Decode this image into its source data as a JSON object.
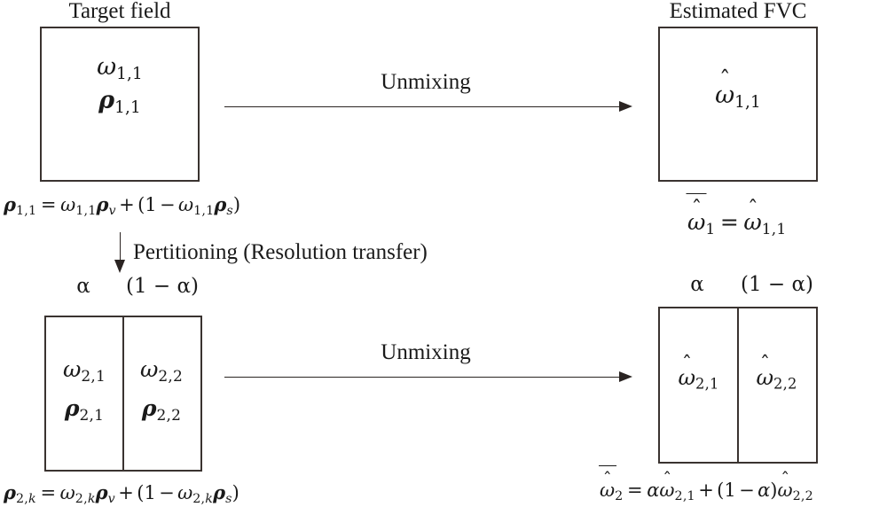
{
  "figure": {
    "type": "flow-diagram",
    "background": "#ffffff",
    "stroke_color": "#3a3330",
    "text_color": "#1a1a1a"
  },
  "columns": {
    "left_heading": "Target field",
    "right_heading": "Estimated FVC"
  },
  "arrows": {
    "unmixing_top_label": "Unmixing",
    "unmixing_bottom_label": "Unmixing",
    "partitioning_label": "Pertitioning (Resolution transfer)"
  },
  "top_row": {
    "target_box": {
      "omega": {
        "symbol": "ω",
        "subscript": "1,1"
      },
      "rho": {
        "symbol": "ρ",
        "subscript": "1,1"
      }
    },
    "target_equation": {
      "lhs_symbol": "ρ",
      "lhs_sub": "1,1",
      "text": "ρ₁,₁ = ω₁,₁ρᵥ + (1 − ω₁,₁ρₛ)"
    },
    "fvc_box": {
      "omega_hat": {
        "symbol": "ω",
        "subscript": "1,1"
      }
    },
    "fvc_equation": {
      "text": "ω̄̂₁ = ω̂₁,₁",
      "lhs_sub": "1",
      "rhs_sub": "1,1"
    }
  },
  "bottom_row": {
    "column_headers": {
      "alpha": "α",
      "one_minus_alpha": "(1 − α)"
    },
    "target_box_cells": [
      {
        "omega_sub": "2,1",
        "rho_sub": "2,1"
      },
      {
        "omega_sub": "2,2",
        "rho_sub": "2,2"
      }
    ],
    "target_equation": {
      "text": "ρ₂,ₖ = ω₂,ₖρᵥ + (1 − ω₂,ₖρₛ)",
      "lhs_sub": "2,k"
    },
    "fvc_box_cells": [
      {
        "omega_hat_sub": "2,1"
      },
      {
        "omega_hat_sub": "2,2"
      }
    ],
    "fvc_equation": {
      "text": "ω̄̂₂ = αω̂₂,₁ + (1 − α)ω̂₂,₂",
      "lhs_sub": "2",
      "term1_sub": "2,1",
      "term2_sub": "2,2"
    }
  },
  "symbols": {
    "omega": "ω",
    "rho": "ρ",
    "alpha": "α",
    "hat": "ˆ",
    "equals": "=",
    "plus": "+",
    "minus": "−",
    "paren_open": "(",
    "paren_close": ")",
    "one": "1",
    "sub_v": "v",
    "sub_s": "s",
    "sub_k": "k",
    "sub_11": "1,1",
    "sub_21": "2,1",
    "sub_22": "2,2",
    "sub_2k": "2,k",
    "sub_1": "1",
    "sub_2": "2"
  }
}
